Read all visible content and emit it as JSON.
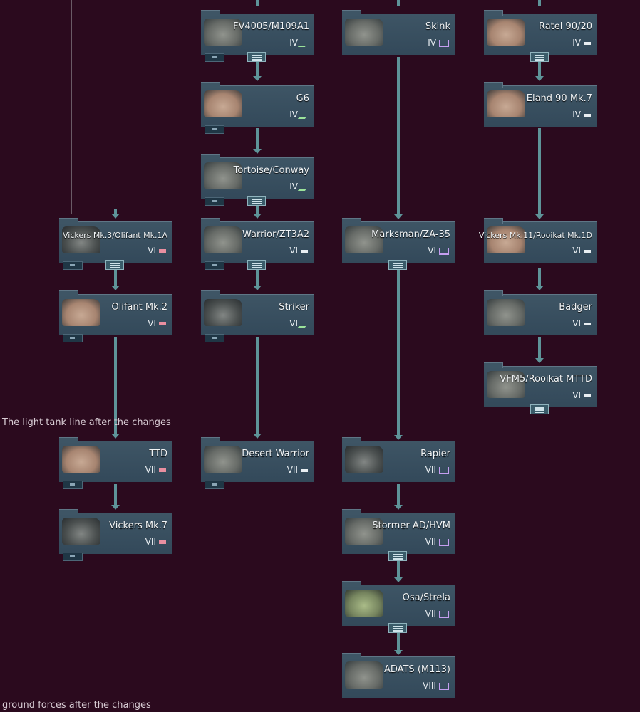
{
  "captions": {
    "light_tank_line": "The light tank line after the changes",
    "ground_forces": "ground forces after the changes"
  },
  "vehicles": [
    {
      "id": "fv4005",
      "name": "FV4005/M109A1",
      "rank": "IV",
      "role": "spg",
      "col": 1,
      "row": 0
    },
    {
      "id": "skink",
      "name": "Skink",
      "rank": "IV",
      "role": "aa",
      "col": 2,
      "row": 0
    },
    {
      "id": "ratel",
      "name": "Ratel 90/20",
      "rank": "IV",
      "role": "line",
      "col": 3,
      "row": 0
    },
    {
      "id": "g6",
      "name": "G6",
      "rank": "IV",
      "role": "spg",
      "col": 1,
      "row": 1
    },
    {
      "id": "eland",
      "name": "Eland 90 Mk.7",
      "rank": "IV",
      "role": "line",
      "col": 3,
      "row": 1
    },
    {
      "id": "tortoise",
      "name": "Tortoise/Conway",
      "rank": "IV",
      "role": "spg",
      "col": 1,
      "row": 2
    },
    {
      "id": "vickers3",
      "name": "Vickers Mk.3/Olifant Mk.1A",
      "rank": "VI",
      "role": "heavy",
      "col": 0,
      "row": 3
    },
    {
      "id": "warrior",
      "name": "Warrior/ZT3A2",
      "rank": "VI",
      "role": "line",
      "col": 1,
      "row": 3
    },
    {
      "id": "marksman",
      "name": "Marksman/ZA-35",
      "rank": "VI",
      "role": "aa",
      "col": 2,
      "row": 3
    },
    {
      "id": "vickers11",
      "name": "Vickers Mk.11/Rooikat Mk.1D",
      "rank": "VI",
      "role": "line",
      "col": 3,
      "row": 3
    },
    {
      "id": "olifant2",
      "name": "Olifant Mk.2",
      "rank": "VI",
      "role": "heavy",
      "col": 0,
      "row": 4
    },
    {
      "id": "striker",
      "name": "Striker",
      "rank": "VI",
      "role": "spg",
      "col": 1,
      "row": 4
    },
    {
      "id": "badger",
      "name": "Badger",
      "rank": "VI",
      "role": "line",
      "col": 3,
      "row": 4
    },
    {
      "id": "vfm5",
      "name": "VFM5/Rooikat MTTD",
      "rank": "VI",
      "role": "line",
      "col": 3,
      "row": 5
    },
    {
      "id": "ttd",
      "name": "TTD",
      "rank": "VII",
      "role": "heavy",
      "col": 0,
      "row": 6
    },
    {
      "id": "desertwarrior",
      "name": "Desert Warrior",
      "rank": "VII",
      "role": "line",
      "col": 1,
      "row": 6
    },
    {
      "id": "rapier",
      "name": "Rapier",
      "rank": "VII",
      "role": "aa",
      "col": 2,
      "row": 6
    },
    {
      "id": "vickers7",
      "name": "Vickers Mk.7",
      "rank": "VII",
      "role": "heavy",
      "col": 0,
      "row": 7
    },
    {
      "id": "stormer",
      "name": "Stormer AD/HVM",
      "rank": "VII",
      "role": "aa",
      "col": 2,
      "row": 7
    },
    {
      "id": "osa",
      "name": "Osa/Strela",
      "rank": "VII",
      "role": "aa",
      "col": 2,
      "row": 8
    },
    {
      "id": "adats",
      "name": "ADATS (M113)",
      "rank": "VIII",
      "role": "aa",
      "col": 2,
      "row": 9
    }
  ]
}
